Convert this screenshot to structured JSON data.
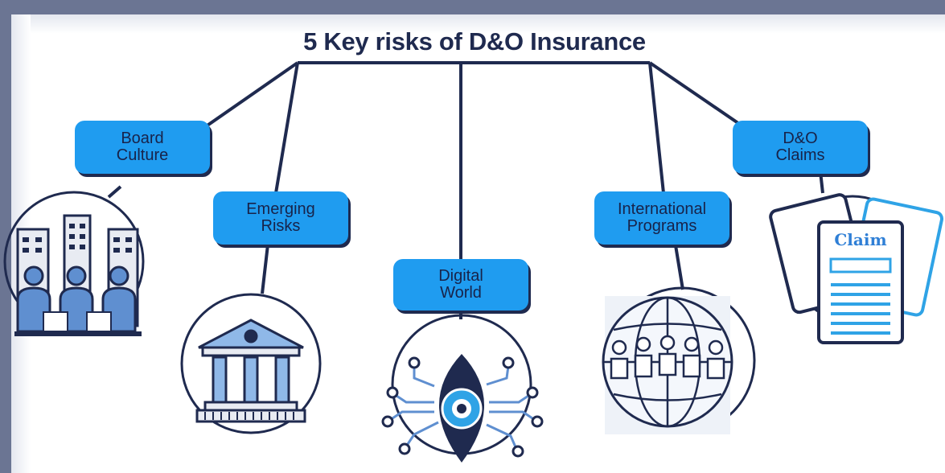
{
  "title": "5 Key risks of D&O Insurance",
  "nodes": [
    {
      "line1": "Board",
      "line2": "Culture",
      "icon": "office-team-icon"
    },
    {
      "line1": "Emerging",
      "line2": "Risks",
      "icon": "bank-building-icon"
    },
    {
      "line1": "Digital",
      "line2": "World",
      "icon": "digital-eye-icon"
    },
    {
      "line1": "International",
      "line2": "Programs",
      "icon": "globe-people-icon"
    },
    {
      "line1": "D&O",
      "line2": "Claims",
      "icon": "claim-document-icon"
    }
  ],
  "claim_doc_text": "Claim",
  "colors": {
    "accent": "#1f9cf0",
    "navy": "#1f2a4f",
    "frame": "#6b7593",
    "light_blue": "#8fb8e8"
  }
}
